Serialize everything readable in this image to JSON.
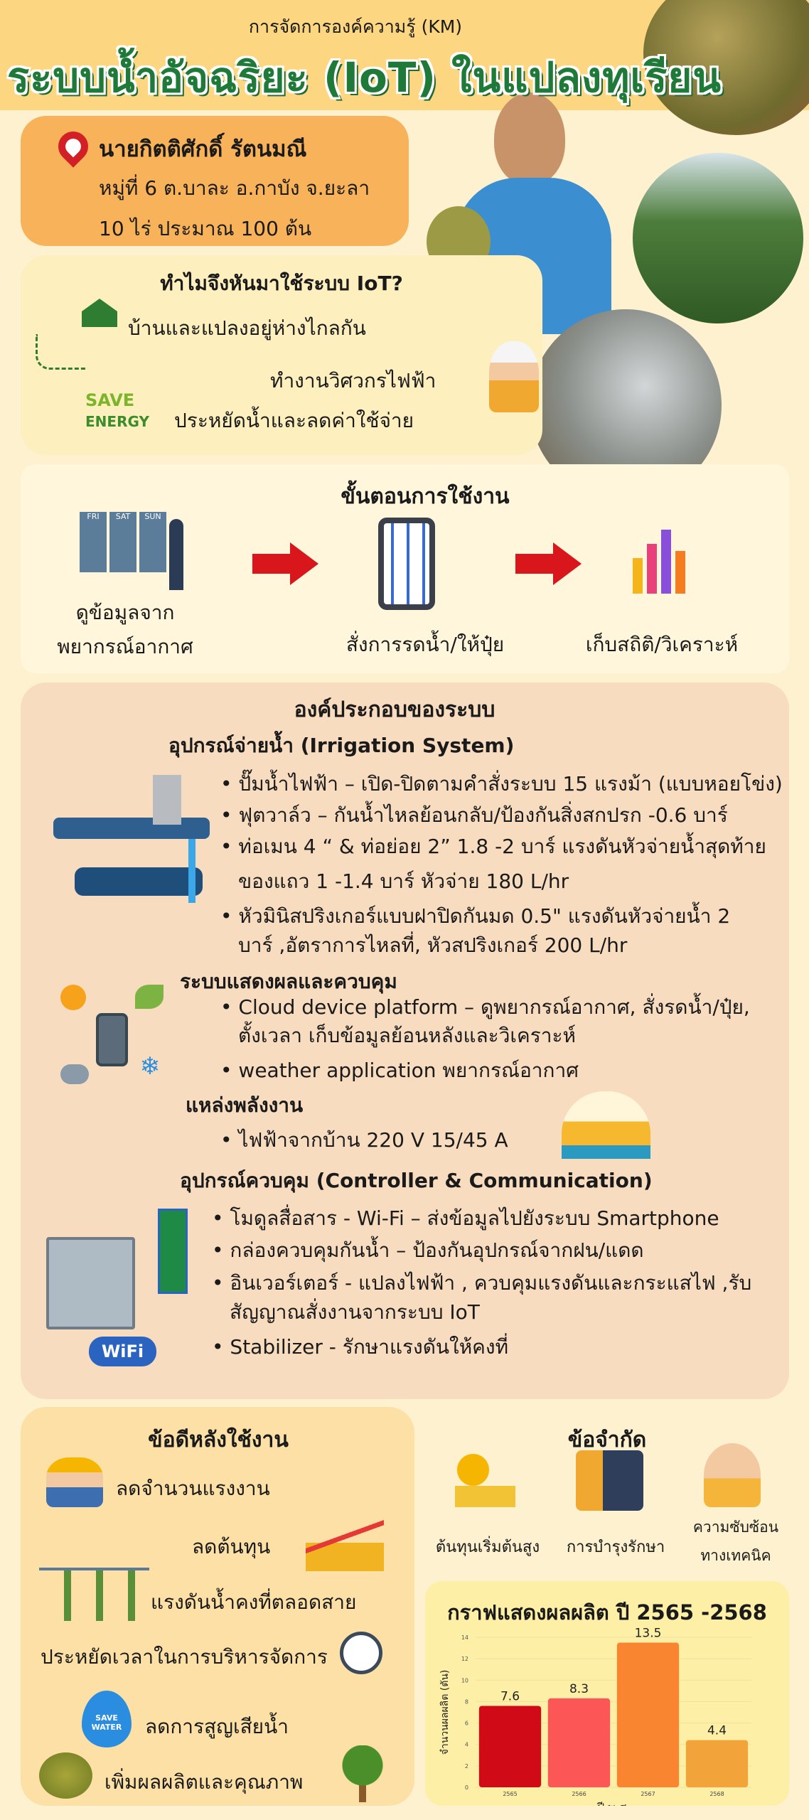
{
  "header": {
    "subtitle": "การจัดการองค์ความรู้ (KM)",
    "title": "ระบบน้ำอัจฉริยะ (IoT) ในแปลงทุเรียน"
  },
  "farmer": {
    "name": "นายกิตติศักดิ์ รัตนมณี",
    "address": "หมู่ที่ 6 ต.บาละ อ.กาบัง จ.ยะลา",
    "area": "10 ไร่  ประมาณ  100 ต้น"
  },
  "why": {
    "title": "ทำไมจึงหันมาใช้ระบบ IoT?",
    "reasons": [
      "บ้านและแปลงอยู่ห่างไกลกัน",
      "ทำงานวิศวกรไฟฟ้า",
      "ประหยัดน้ำและลดค่าใช้จ่าย"
    ],
    "save_energy_logo": [
      "SAVE",
      "ENERGY"
    ]
  },
  "steps": {
    "title": "ขั้นตอนการใช้งาน",
    "items": [
      {
        "line1": "ดูข้อมูลจาก",
        "line2": "พยากรณ์อากาศ",
        "icon": "weather-forecast-icon"
      },
      {
        "line1": "สั่งการรดน้ำ/ให้ปุ๋ย",
        "icon": "smartphone-control-icon"
      },
      {
        "line1": "เก็บสถิติ/วิเคราะห์",
        "icon": "statistics-icon"
      }
    ],
    "weather_days": [
      "FRI",
      "SAT",
      "SUN"
    ]
  },
  "components": {
    "title": "องค์ประกอบของระบบ",
    "irrigation": {
      "heading": "อุปกรณ์จ่ายน้ำ (Irrigation System)",
      "bullets": [
        "ปั๊มน้ำไฟฟ้า – เปิด-ปิดตามคำสั่งระบบ 15 แรงม้า (แบบหอยโข่ง)",
        "ฟุตวาล์ว – กันน้ำไหลย้อนกลับ/ป้องกันสิ่งสกปรก  -0.6 บาร์",
        "ท่อเมน 4 “ & ท่อย่อย 2” 1.8 -2 บาร์  แรงดันหัวจ่ายน้ำสุดท้าย",
        "ของแถว 1 -1.4 บาร์  หัวจ่าย 180 L/hr",
        "หัวมินิสปริงเกอร์แบบฝาปิดกันมด 0.5\" แรงดันหัวจ่ายน้ำ 2",
        "บาร์ ,อัตราการไหลที่, หัวสปริงเกอร์ 200 L/hr"
      ]
    },
    "display": {
      "heading": "ระบบแสดงผลและควบคุม",
      "bullets": [
        "Cloud device platform – ดูพยากรณ์อากาศ, สั่งรดน้ำ/ปุ๋ย,",
        "ตั้งเวลา เก็บข้อมูลย้อนหลังและวิเคราะห์",
        "weather application พยากรณ์อากาศ"
      ]
    },
    "energy": {
      "heading": "แหล่งพลังงาน",
      "bullets": [
        "ไฟฟ้าจากบ้าน 220 V 15/45 A"
      ]
    },
    "controller": {
      "heading": "อุปกรณ์ควบคุม (Controller & Communication)",
      "bullets": [
        "โมดูลสื่อสาร - Wi-Fi – ส่งข้อมูลไปยังระบบ Smartphone",
        "กล่องควบคุมกันน้ำ – ป้องกันอุปกรณ์จากฝน/แดด",
        "อินเวอร์เตอร์ - แปลงไฟฟ้า , ควบคุมแรงดันและกระแสไฟ ,รับ",
        "สัญญาณสั่งงานจากระบบ IoT",
        "Stabilizer - รักษาแรงดันให้คงที่"
      ],
      "wifi_label": "WiFi"
    }
  },
  "advantages": {
    "title": "ข้อดีหลังใช้งาน",
    "items": [
      "ลดจำนวนแรงงาน",
      "ลดต้นทุน",
      "แรงดันน้ำคงที่ตลอดสาย",
      "ประหยัดเวลาในการบริหารจัดการ",
      "ลดการสูญเสียน้ำ",
      "เพิ่มผลผลิตและคุณภาพ"
    ],
    "save_water_logo": "SAVE WATER"
  },
  "limitations": {
    "title": "ข้อจำกัด",
    "items": [
      "ต้นทุนเริ่มต้นสูง",
      "การบำรุงรักษา",
      "ความซับซ้อน",
      "ทางเทคนิค"
    ]
  },
  "chart_data": {
    "type": "bar",
    "title": "กราฟแสดงผลผลิต ปี 2565 -2568",
    "xlabel": "ปี พ.ศ.",
    "ylabel": "จำนวนผลผลิต (ตัน)",
    "categories": [
      "2565",
      "2566",
      "2567",
      "2568"
    ],
    "values": [
      7.6,
      8.3,
      13.5,
      4.4
    ],
    "value_labels": [
      "7.6",
      "8.3",
      "13.5",
      "4.4"
    ],
    "ylim": [
      0,
      14
    ],
    "yticks": [
      "0",
      "2",
      "4",
      "6",
      "8",
      "10",
      "12",
      "14"
    ],
    "colors": [
      "#d10a18",
      "#fd5656",
      "#fa8530",
      "#f2a33a"
    ],
    "grid": true
  }
}
